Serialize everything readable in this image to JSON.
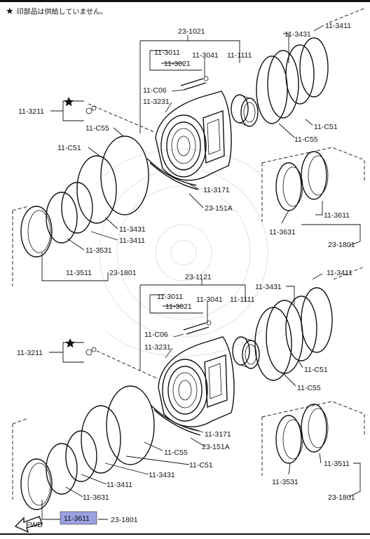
{
  "note": {
    "star": "★",
    "text": "印部品は供給していません。"
  },
  "labels": {
    "u_23_1021": "23-1021",
    "u_11_3431_top": "11-3431",
    "u_11_3411_top": "11-3411",
    "u_11_3011": "11-3011",
    "u_11_3041": "11-3041",
    "u_11_1111": "11-1111",
    "u_11_3021": "11-3021",
    "u_11_C06": "11-C06",
    "u_11_3231": "11-3231",
    "u_11_3211": "11-3211",
    "u_11_C51_right": "11-C51",
    "u_11_C55_right": "11-C55",
    "u_11_C55_left": "11-C55",
    "u_11_C51_left": "11-C51",
    "u_11_3171": "11-3171",
    "u_23_151A": "23-151A",
    "u_11_3611_right": "11-3611",
    "u_11_3631_right": "11-3631",
    "u_23_1801_right": "23-1801",
    "u_11_3431_left": "11-3431",
    "u_11_3411_left": "11-3411",
    "u_11_3531_left": "11-3531",
    "u_11_3511_left": "11-3511",
    "u_23_1801_left": "23-1801",
    "l_23_1121": "23-1121",
    "l_11_3411_top": "11-3411",
    "l_11_3431_top": "11-3431",
    "l_11_3011": "11-3011",
    "l_11_3041": "11-3041",
    "l_11_1111": "11-1111",
    "l_11_3021": "11-3021",
    "l_11_C06": "11-C06",
    "l_11_3231": "11-3231",
    "l_11_3211": "11-3211",
    "l_11_C51_right": "11-C51",
    "l_11_C55_right": "11-C55",
    "l_11_3171": "11-3171",
    "l_23_151A": "23-151A",
    "l_11_C55_bottom": "11-C55",
    "l_11_C51_bottom": "11-C51",
    "l_11_3431_bottom": "11-3431",
    "l_11_3411_bottom": "11-3411",
    "l_11_3631_bottom": "11-3631",
    "l_11_3511_right": "11-3511",
    "l_11_3531_right": "11-3531",
    "l_23_1801_right": "23-1801",
    "l_11_3611_highlight": "11-3611",
    "l_23_1801_bottom": "23-1801",
    "fwd": "FWD"
  },
  "colors": {
    "highlight": "#9aa0e0",
    "line": "#111111"
  }
}
